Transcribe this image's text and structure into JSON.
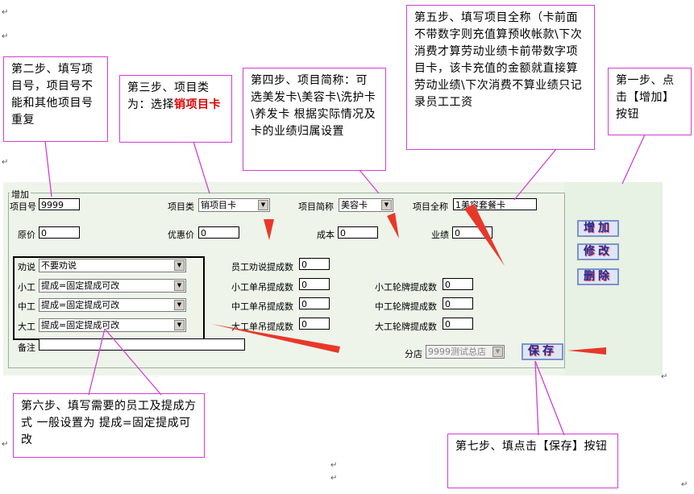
{
  "form": {
    "group_title": "增加",
    "item_no_label": "项目号",
    "item_no_value": "9999",
    "item_type_label": "项目类",
    "item_type_value": "销项目卡",
    "item_abbr_label": "项目简称",
    "item_abbr_value": "美容卡",
    "item_fullname_label": "项目全称",
    "item_fullname_value": "1美容套餐卡",
    "orig_price_label": "原价",
    "orig_price_value": "0",
    "discount_label": "优惠价",
    "discount_value": "0",
    "cost_label": "成本",
    "cost_value": "0",
    "perf_label": "业绩",
    "perf_value": "0",
    "staff": [
      {
        "label": "劝说",
        "value": "不要劝说"
      },
      {
        "label": "小工",
        "value": "提成=固定提成可改"
      },
      {
        "label": "中工",
        "value": "提成=固定提成可改"
      },
      {
        "label": "大工",
        "value": "提成=固定提成可改"
      }
    ],
    "commission_mid": [
      {
        "label": "员工劝说提成数",
        "value": "0"
      },
      {
        "label": "小工单吊提成数",
        "value": "0"
      },
      {
        "label": "中工单吊提成数",
        "value": "0"
      },
      {
        "label": "大工单吊提成数",
        "value": "0"
      }
    ],
    "commission_right": [
      {
        "label": "小工轮牌提成数",
        "value": "0"
      },
      {
        "label": "中工轮牌提成数",
        "value": "0"
      },
      {
        "label": "大工轮牌提成数",
        "value": "0"
      }
    ],
    "note_label": "备注",
    "note_value": "",
    "branch_label": "分店",
    "branch_value": "9999测试总店",
    "save_label": "保存"
  },
  "side_buttons": {
    "add": "增加",
    "edit": "修改",
    "delete": "删除"
  },
  "callouts": {
    "step1": "第一步、点击【增加】按钮",
    "step2": "第二步、填写项目号，项目号不能和其他项目号重复",
    "step3_prefix": "第三步、项目类为：选择",
    "step3_highlight": "销项目卡",
    "step4": "第四步、项目简称：可选美发卡\\美容卡\\洗护卡\\养发卡 根据实际情况及卡的业绩归属设置",
    "step5": "第五步、填写项目全称（卡前面不带数字则充值算预收帐款\\下次消费才算劳动业绩卡前带数字项目卡，该卡充值的金额就直接算劳动业绩\\下次消费不算业绩只记录员工工资",
    "step6": "第六步、填写需要的员工及提成方式 一般设置为 提成=固定提成可改",
    "step7": "第七步、填点击【保存】按钮"
  },
  "colors": {
    "callout_border": "#d23fd2",
    "arrow": "#e8382a",
    "highlight_text": "#dd0000",
    "panel_bg": "#eef4ea"
  }
}
